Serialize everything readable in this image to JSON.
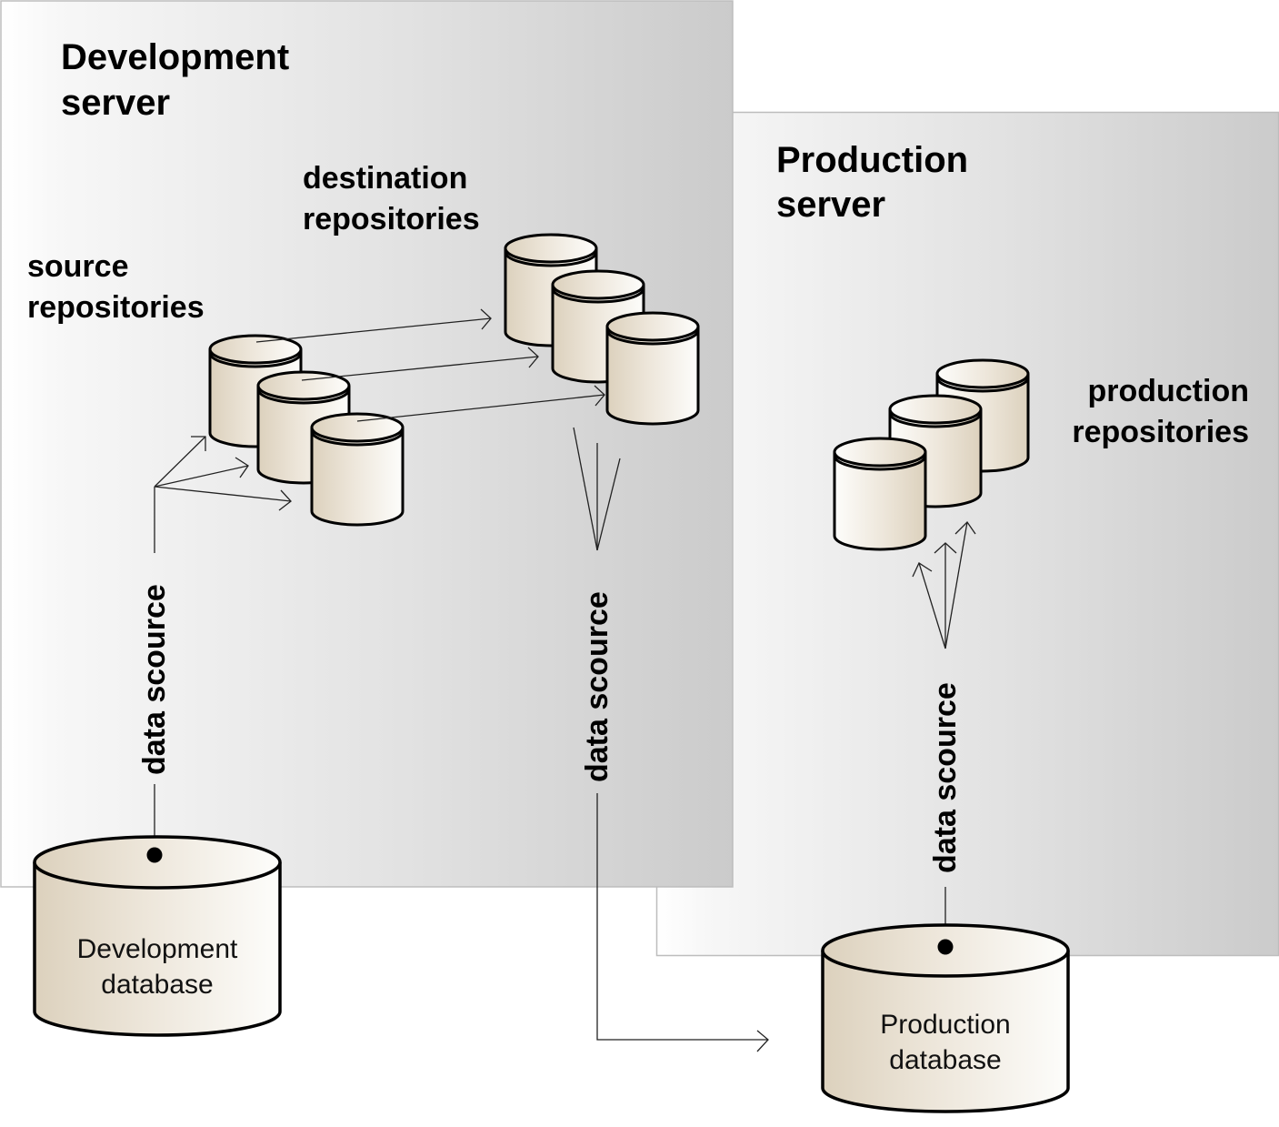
{
  "diagram": {
    "panels": {
      "development": {
        "title_line1": "Development",
        "title_line2": "server"
      },
      "production": {
        "title_line1": "Production",
        "title_line2": "server"
      }
    },
    "groups": {
      "source": {
        "line1": "source",
        "line2": "repositories",
        "count": 3
      },
      "destination": {
        "line1": "destination",
        "line2": "repositories",
        "count": 3
      },
      "production": {
        "line1": "production",
        "line2": "repositories",
        "count": 3
      }
    },
    "databases": {
      "development": {
        "line1": "Development",
        "line2": "database"
      },
      "production": {
        "line1": "Production",
        "line2": "database"
      }
    },
    "connections": {
      "dev_data_source": "data scource",
      "dest_data_source": "data scource",
      "prod_data_source": "data scource"
    },
    "colors": {
      "cylinder_dark": "#dcd1bd",
      "cylinder_light": "#fdfdfb",
      "panel_light": "#fbfbfb",
      "panel_dark": "#cbcbcb"
    }
  }
}
